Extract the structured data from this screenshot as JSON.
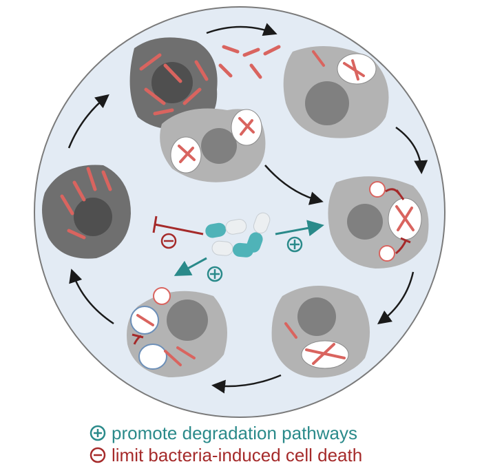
{
  "legend": {
    "promote": {
      "symbol": "plus",
      "label": "promote degradation pathways",
      "color": "#2a8a8a"
    },
    "limit": {
      "symbol": "minus",
      "label": "limit bacteria-induced cell death",
      "color": "#a52a2a"
    }
  },
  "colors": {
    "circle_fill": "#e3ebf4",
    "circle_stroke": "#7a7a7a",
    "cell_fill": "#b3b3b3",
    "nucleus": "#808080",
    "dying_cell": "#6f6f6f",
    "bacteria": "#d9645f",
    "drug_teal": "#4fb3b8",
    "drug_white": "#eceff1",
    "promote": "#2a8a8a",
    "inhibit": "#a52a2a",
    "cycle_arrow": "#1a1a1a"
  },
  "icons": [
    "capsule-icon",
    "plus-circle-icon",
    "minus-circle-icon",
    "inhibit-bar-icon",
    "arrow-icon"
  ]
}
